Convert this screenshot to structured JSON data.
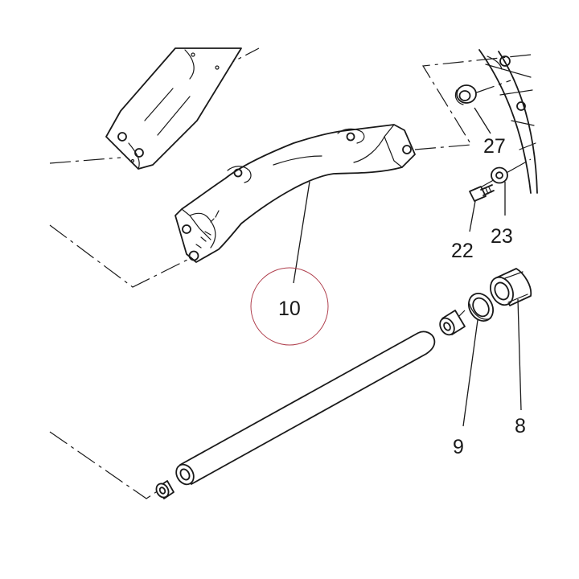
{
  "callouts": {
    "c10": "10",
    "c27": "27",
    "c22": "22",
    "c23": "23",
    "c9": "9",
    "c8": "8"
  },
  "colors": {
    "ink": "#1a1a1a",
    "highlight_circle": "#b0404e",
    "background": "#ffffff"
  }
}
